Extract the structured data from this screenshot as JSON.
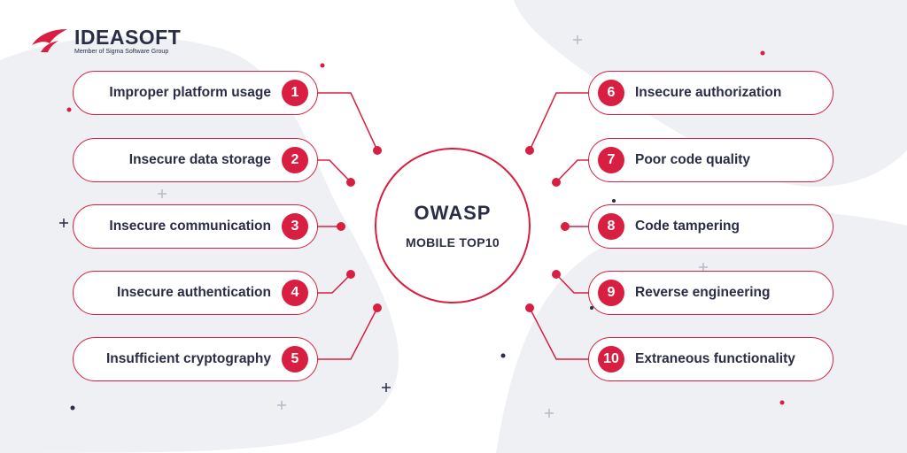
{
  "brand": {
    "name": "IDEASOFT",
    "tagline": "Member of Sigma Software Group"
  },
  "hub": {
    "title": "OWASP",
    "subtitle": "MOBILE TOP10"
  },
  "items_left": [
    {
      "number": "1",
      "label": "Improper platform usage"
    },
    {
      "number": "2",
      "label": "Insecure data storage"
    },
    {
      "number": "3",
      "label": "Insecure communication"
    },
    {
      "number": "4",
      "label": "Insecure authentication"
    },
    {
      "number": "5",
      "label": "Insufficient cryptography"
    }
  ],
  "items_right": [
    {
      "number": "6",
      "label": "Insecure authorization"
    },
    {
      "number": "7",
      "label": "Poor code quality"
    },
    {
      "number": "8",
      "label": "Code tampering"
    },
    {
      "number": "9",
      "label": "Reverse engineering"
    },
    {
      "number": "10",
      "label": "Extraneous functionality"
    }
  ],
  "colors": {
    "accent": "#d81e41",
    "text": "#2a2d45",
    "blob": "#eef0f4"
  }
}
